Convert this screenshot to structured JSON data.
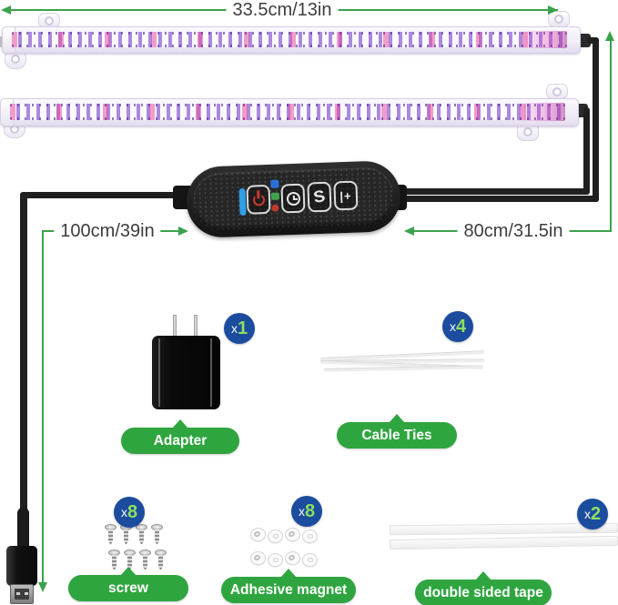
{
  "measurements": {
    "strip_length": "33.5cm/13in",
    "usb_cable_length": "100cm/39in",
    "connector_cable_length": "80cm/31.5in"
  },
  "controller": {
    "buttons": [
      {
        "id": "power",
        "icon": "power-icon",
        "glyph": ""
      },
      {
        "id": "timer",
        "icon": "clock-icon",
        "glyph": ""
      },
      {
        "id": "cycle",
        "icon": "s-curve-icon",
        "glyph": "S"
      },
      {
        "id": "brightness",
        "icon": "brightness-plus-icon",
        "glyph": "|+"
      }
    ],
    "indicator_colors": [
      "#2b6fd4",
      "#41a24e",
      "#c0392b"
    ]
  },
  "accessories": [
    {
      "label": "Adapter",
      "count_prefix": "x",
      "count_value": "1"
    },
    {
      "label": "Cable Ties",
      "count_prefix": "x",
      "count_value": "4"
    },
    {
      "label": "screw",
      "count_prefix": "x",
      "count_value": "8"
    },
    {
      "label": "Adhesive magnet",
      "count_prefix": "x",
      "count_value": "8"
    },
    {
      "label": "double sided tape",
      "count_prefix": "x",
      "count_value": "2"
    }
  ],
  "colors": {
    "measure_green": "#3aa24b",
    "pill_green": "#2fa53f",
    "badge_blue": "#1b4c9e",
    "badge_number_green": "#8ce05f",
    "strip_purple": "#c4aee6",
    "indicator_bar_blue": "#2f9fe8"
  }
}
